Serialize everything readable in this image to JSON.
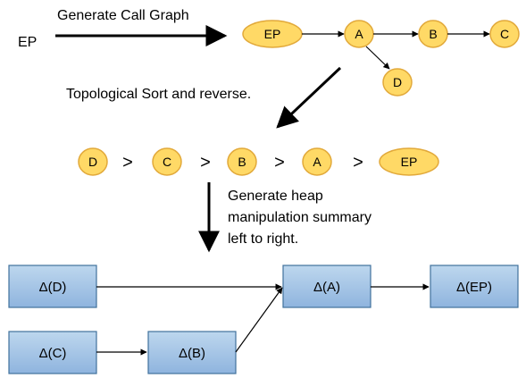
{
  "top": {
    "source_label": "EP",
    "arrow_caption": "Generate Call Graph",
    "nodes": [
      "EP",
      "A",
      "B",
      "C",
      "D"
    ]
  },
  "sort": {
    "caption": "Topological Sort and reverse.",
    "order": [
      "D",
      "C",
      "B",
      "A",
      "EP"
    ],
    "separator": ">"
  },
  "summary": {
    "caption_lines": [
      "Generate heap",
      "manipulation summary",
      "left to right."
    ],
    "boxes": [
      "Δ(D)",
      "Δ(A)",
      "Δ(EP)",
      "Δ(C)",
      "Δ(B)"
    ]
  },
  "colors": {
    "node_fill": "#FFD966",
    "node_stroke": "#E2A93A",
    "box_fill_top": "#BDD7EE",
    "box_fill_bottom": "#8FB4DE",
    "box_stroke": "#41719C"
  }
}
